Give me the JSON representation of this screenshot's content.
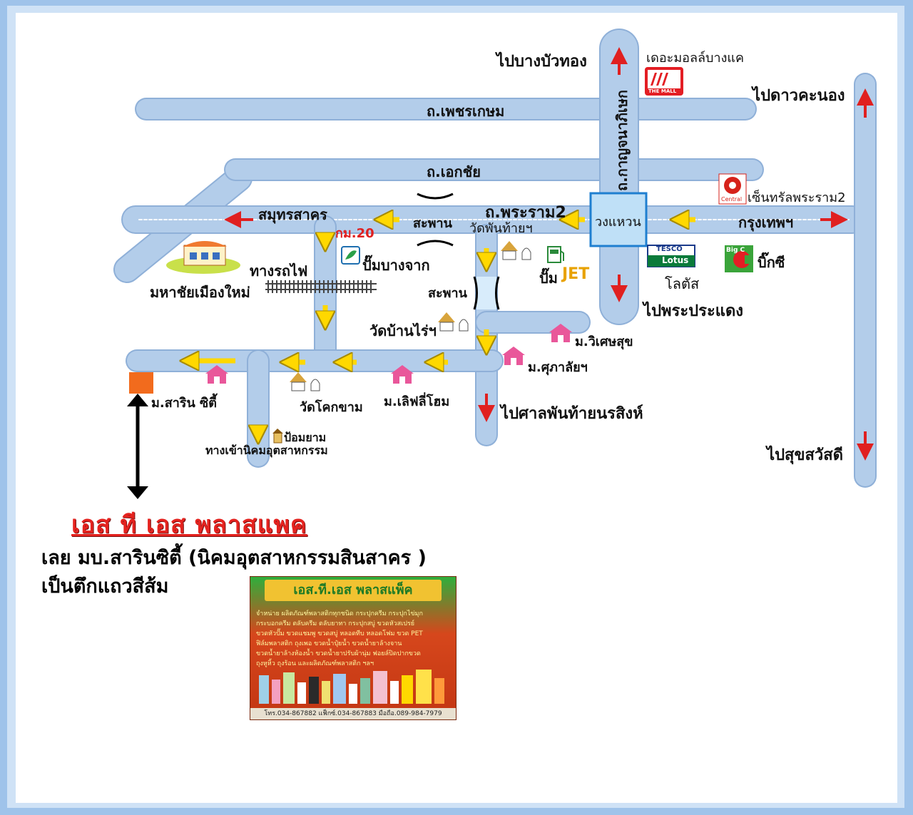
{
  "labels": {
    "to_bang_bua_thong": "ไปบางบัวทอง",
    "the_mall": "เดอะมอลล์บางแค",
    "the_mall_logo": "THE MALL",
    "to_dao_khanong": "ไปดาวคะนอง",
    "phetkasem": "ถ.เพชรเกษม",
    "kanchanaphisek": "ถ.กาญจนาภิเษก",
    "ekkachai": "ถ.เอกชัย",
    "central_rama2": "เซ็นทรัลพระราม2",
    "central_logo": "Central",
    "samut_sakhon": "สมุทรสาคร",
    "bridge_1": "สะพาน",
    "rama2": "ถ.พระราม2",
    "wat_phanthai": "วัดพันท้ายฯ",
    "wong_waen": "วงแหวน",
    "bangkok": "กรุงเทพฯ",
    "km20": "กม.20",
    "pump_bangchak": "ปั๊มบางจาก",
    "pump_jet_prefix": "ปั๊ม",
    "pump_jet_brand": "JET",
    "tesco_top": "TESCO",
    "tesco_lotus": "Lotus",
    "lotus": "โลตัส",
    "big_c_logo": "Big C",
    "big_c": "บิ๊กซี",
    "railway": "ทางรถไฟ",
    "mahachai": "มหาชัยเมืองใหม่",
    "bridge_2": "สะพาน",
    "to_phra_pradaeng": "ไปพระประแดง",
    "wat_ban_rai": "วัดบ้านไร่ฯ",
    "wiset_suk": "ม.วิเศษสุข",
    "supalai": "ม.ศุภาลัยฯ",
    "sarin_city": "ม.สาริน ซิตี้",
    "wat_khok_kham": "วัดโคกขาม",
    "lerfly_home": "ม.เลิฟลี่โฮม",
    "to_san_phanthai": "ไปศาลพันท้ายนรสิงห์",
    "pom_yam": "ป้อมยาม",
    "industrial_entrance": "ทางเข้านิคมอุตสาหกรรม",
    "to_suk_sawat": "ไปสุขสวัสดี"
  },
  "company": {
    "name": "เอส ที เอส พลาสแพค",
    "desc_line1": "เลย มบ.สารินซิตี้ (นิคมอุตสาหกรรมสินสาคร )",
    "desc_line2": "เป็นตึกแถวสีส้ม"
  },
  "card": {
    "title": "เอส.ที.เอส พลาสแพ็ค",
    "lines": [
      "จำหน่าย ผลิตภัณฑ์พลาสติกทุกชนิด กระปุกครีม กระปุกไข่มุก",
      "กระบอกครีม ตลับครีม ตลับยาทา กระปุกสบู่ ขวดหัวสเปรย์",
      "ขวดหัวปั๊ม ขวดแชมพู ขวดสบู่ หลอดทีบ หลอดโฟม ขวด PET",
      "ฟิล์มพลาสติก ถุงเพอ ขวดน้ำปุ๋ยน้ำ ขวดน้ำยาล้างจาน",
      "ขวดน้ำยาล้างห้องน้ำ ขวดน้ำยาปรับผ้านุ่ม ฟอยล์ปิดปากขวด",
      "ถุงหูหิ้ว ถุงร้อน และผลิตภัณฑ์พลาสติก ฯลฯ"
    ],
    "phone": "โทร.034-867882 แฟ็กซ์.034-867883 มือถือ.089-984-7979"
  },
  "colors": {
    "road": "#b3cdea",
    "road_edge": "#8fb0d8",
    "arrow_yellow": "#ffd800",
    "arrow_red": "#e02020",
    "house": "#e9579a",
    "destination": "#f26b1d",
    "circle_box": "#bfe0f7"
  }
}
